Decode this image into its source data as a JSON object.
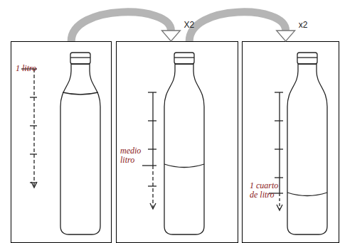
{
  "diagram": {
    "nodes": [
      {
        "text": [
          "1 litro"
        ]
      },
      {
        "text": [
          "medio litro"
        ]
      },
      {
        "text": [
          "1 cuarto de litro"
        ]
      }
    ],
    "edges": [
      {
        "from": 0,
        "to": 1,
        "arrow": "to",
        "label": "X2"
      },
      {
        "from": 1,
        "to": 2,
        "arrow": "to",
        "label": "x2"
      }
    ]
  }
}
